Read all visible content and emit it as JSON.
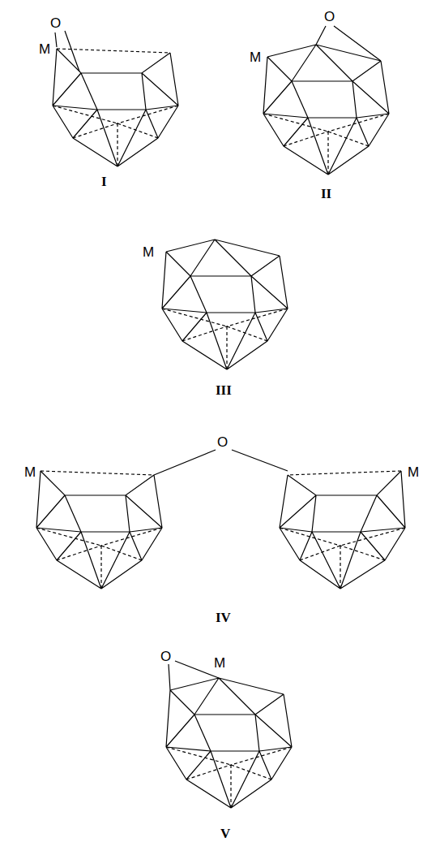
{
  "diagram": {
    "labels": [
      "O",
      "M",
      "I",
      "O",
      "M",
      "II",
      "M",
      "III",
      "O",
      "M",
      "M",
      "IV",
      "O",
      "M",
      "V"
    ]
  }
}
